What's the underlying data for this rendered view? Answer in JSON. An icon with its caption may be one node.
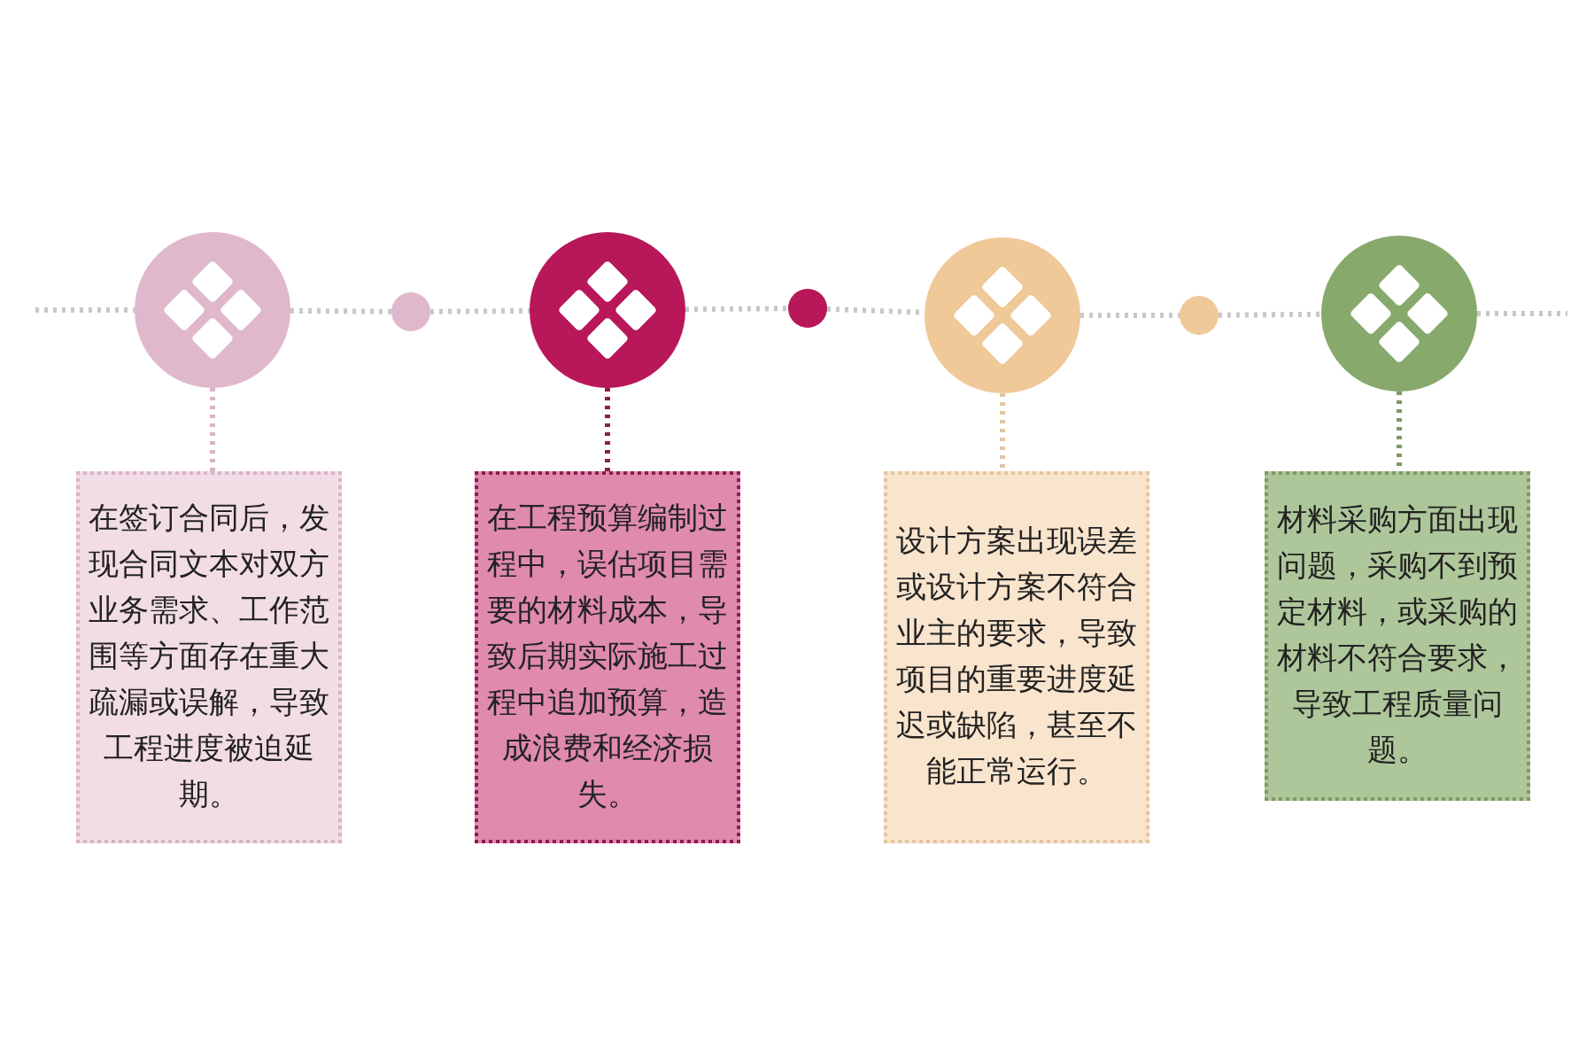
{
  "diagram": {
    "nodes": [
      {
        "text": [],
        "shape": "circle"
      },
      {
        "text": [],
        "shape": "circle"
      },
      {
        "text": [],
        "shape": "circle"
      },
      {
        "text": [],
        "shape": "circle"
      },
      {
        "text": [],
        "shape": "circle"
      },
      {
        "text": [],
        "shape": "circle"
      },
      {
        "text": [],
        "shape": "circle"
      },
      {
        "text": [
          "在签订合同后，发现合同文本对双方业务需求、工作范围等方面存在重大疏漏或误解，导致工程进度被迫延期。"
        ]
      },
      {
        "text": [
          "在工程预算编制过程中，误估项目需要的材料成本，导致后期实际施工过程中追加预算，造成浪费和经济损失。"
        ]
      },
      {
        "text": [
          "设计方案出现误差或设计方案不符合业主的要求，导致项目的重要进度延迟或缺陷，甚至不能正常运行。"
        ]
      },
      {
        "text": [
          "材料采购方面出现问题，采购不到预定材料，或采购的材料不符合要求，导致工程质量问题。"
        ]
      }
    ],
    "edges": [
      {
        "from": null,
        "to": 0,
        "arrow": "none",
        "style": "dashed"
      },
      {
        "from": 0,
        "to": 1,
        "arrow": "none",
        "style": "dashed"
      },
      {
        "from": 1,
        "to": 2,
        "arrow": "none",
        "style": "dashed"
      },
      {
        "from": 2,
        "to": 3,
        "arrow": "none",
        "style": "dashed"
      },
      {
        "from": 3,
        "to": 4,
        "arrow": "none",
        "style": "dashed"
      },
      {
        "from": 4,
        "to": 5,
        "arrow": "none",
        "style": "dashed"
      },
      {
        "from": 5,
        "to": 6,
        "arrow": "none",
        "style": "dashed"
      },
      {
        "from": 6,
        "to": null,
        "arrow": "none",
        "style": "dashed"
      },
      {
        "from": 0,
        "to": 7,
        "arrow": "none",
        "style": "dashed",
        "color": "#d9b3c7"
      },
      {
        "from": 2,
        "to": 8,
        "arrow": "none",
        "style": "dashed",
        "color": "#8e1d4f"
      },
      {
        "from": 4,
        "to": 9,
        "arrow": "none",
        "style": "dashed",
        "color": "#e3c59f"
      },
      {
        "from": 6,
        "to": 10,
        "arrow": "none",
        "style": "dashed",
        "color": "#7d9a63"
      }
    ]
  }
}
